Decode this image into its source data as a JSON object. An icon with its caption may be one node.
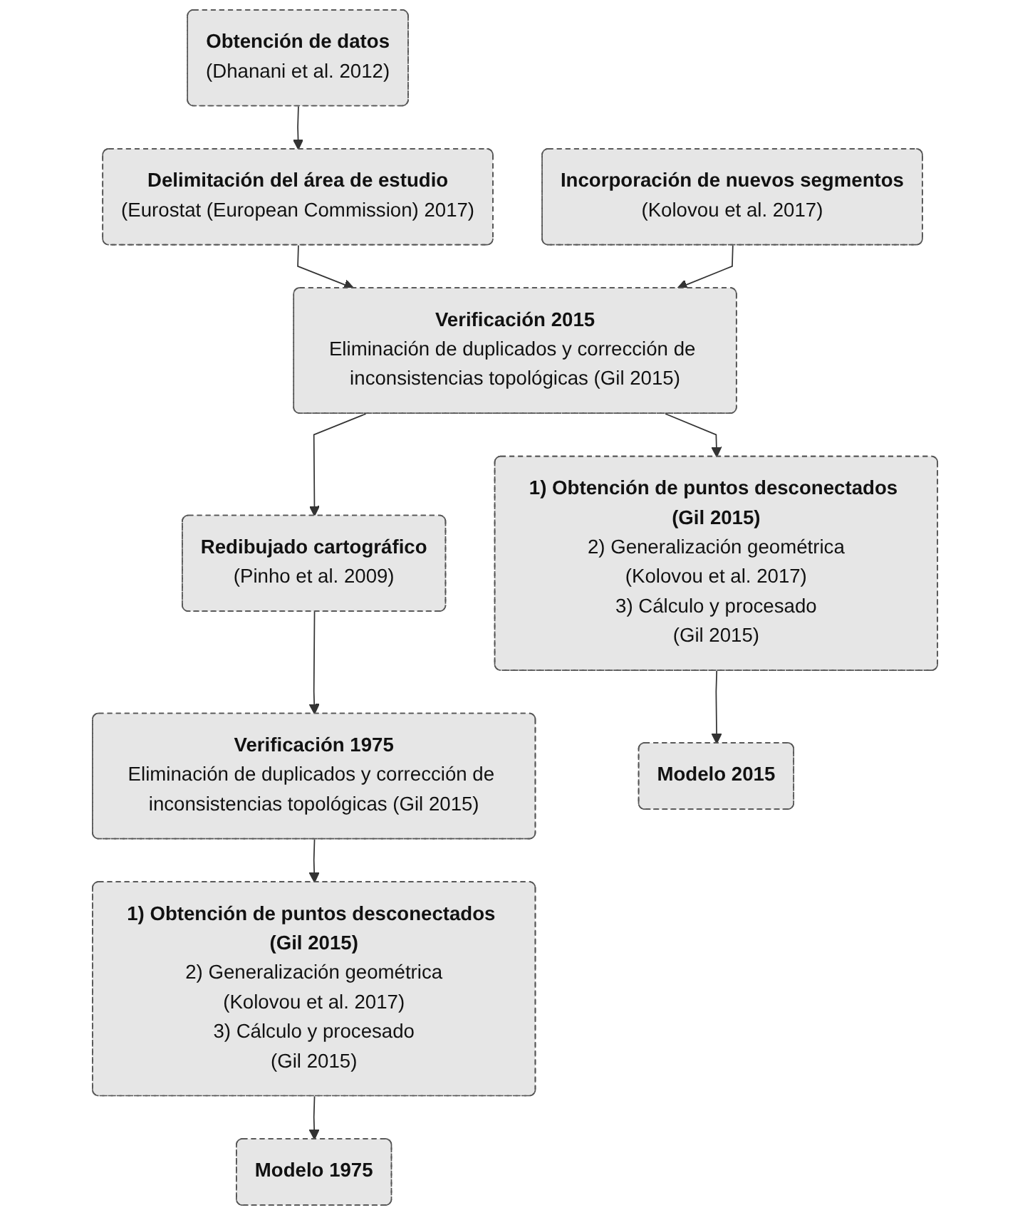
{
  "diagram": {
    "nodes": [
      {
        "text": [
          "Obtención de datos",
          "(Dhanani et al. 2012)"
        ]
      },
      {
        "text": [
          "Delimitación del área de estudio",
          "(Eurostat (European Commission) 2017)"
        ]
      },
      {
        "text": [
          "Incorporación de nuevos segmentos",
          "(Kolovou et al. 2017)"
        ]
      },
      {
        "text": [
          "Verificación 2015",
          "Eliminación de duplicados y corrección de inconsistencias topológicas (Gil 2015)"
        ]
      },
      {
        "text": [
          "Redibujado cartográfico",
          "(Pinho et al. 2009)"
        ]
      },
      {
        "text": [
          "Verificación 1975",
          "Eliminación de duplicados y corrección de inconsistencias topológicas (Gil 2015)"
        ]
      },
      {
        "text": [
          "1) Obtención de puntos desconectados (Gil 2015)",
          "2) Generalización geométrica",
          "(Kolovou et al. 2017)",
          "3) Cálculo y procesado",
          "(Gil 2015)"
        ]
      },
      {
        "text": [
          "1) Obtención de puntos desconectados (Gil 2015)",
          "2) Generalización geométrica",
          "(Kolovou et al. 2017)",
          "3) Cálculo y procesado",
          "(Gil 2015)"
        ]
      },
      {
        "text": [
          "Modelo 1975"
        ]
      },
      {
        "text": [
          "Modelo 2015"
        ]
      }
    ],
    "edges": [
      {
        "from": 0,
        "to": 1,
        "arrow": "to"
      },
      {
        "from": 1,
        "to": 3,
        "arrow": "to"
      },
      {
        "from": 2,
        "to": 3,
        "arrow": "to"
      },
      {
        "from": 3,
        "to": 4,
        "arrow": "to"
      },
      {
        "from": 4,
        "to": 5,
        "arrow": "to"
      },
      {
        "from": 5,
        "to": 6,
        "arrow": "to"
      },
      {
        "from": 3,
        "to": 7,
        "arrow": "to"
      },
      {
        "from": 6,
        "to": 8,
        "arrow": "to"
      },
      {
        "from": 7,
        "to": 9,
        "arrow": "to"
      }
    ]
  }
}
